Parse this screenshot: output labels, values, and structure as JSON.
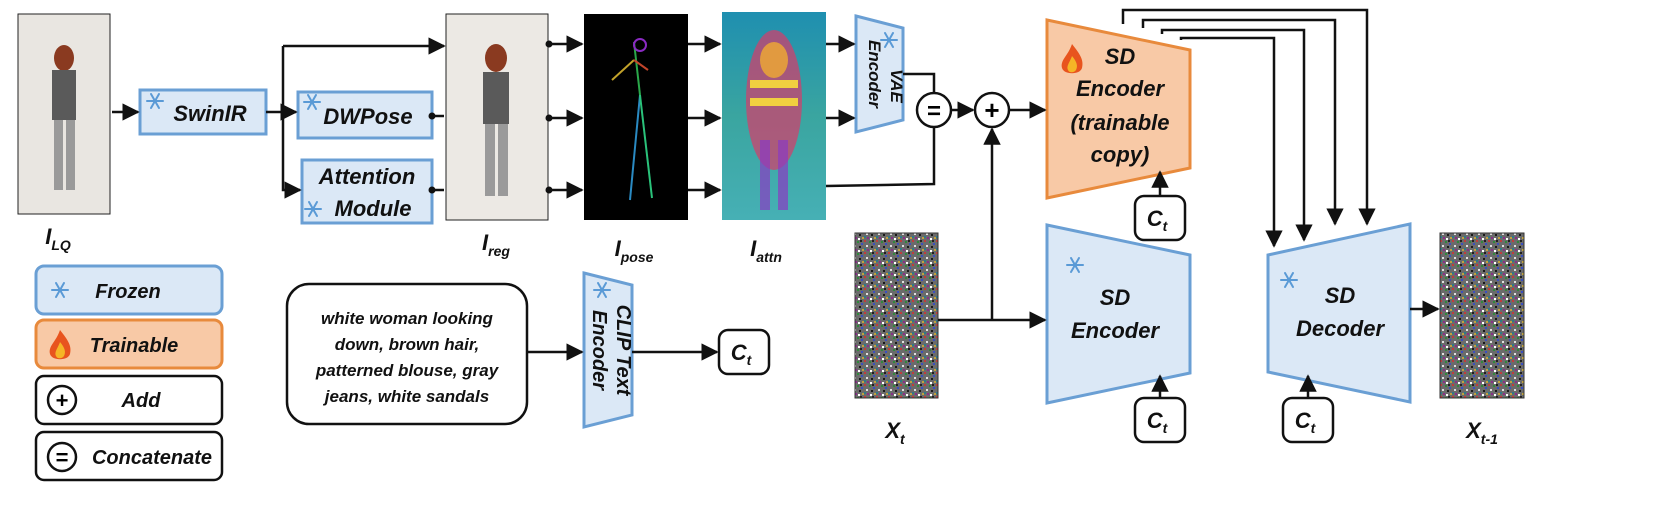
{
  "nodes": {
    "swinir": "SwinIR",
    "dwpose": "DWPose",
    "attention_line1": "Attention",
    "attention_line2": "Module",
    "vae_line1": "VAE",
    "vae_line2": "Encoder",
    "clip_line1": "CLIP Text",
    "clip_line2": "Encoder",
    "sd_trainable": [
      "SD",
      "Encoder",
      "(trainable",
      "copy)"
    ],
    "sd_encoder": [
      "SD",
      "Encoder"
    ],
    "sd_decoder": [
      "SD",
      "Decoder"
    ],
    "concat_symbol": "=",
    "add_symbol": "+"
  },
  "ct": {
    "main": "C",
    "sub": "t"
  },
  "images": {
    "lq": {
      "main": "I",
      "sub": "LQ"
    },
    "reg": {
      "main": "I",
      "sub": "reg"
    },
    "pose": {
      "main": "I",
      "sub": "pose"
    },
    "attn": {
      "main": "I",
      "sub": "attn"
    },
    "xt": {
      "main": "X",
      "sub": "t"
    },
    "xt1": {
      "main": "X",
      "sub": "t-1"
    }
  },
  "prompt": [
    "white woman looking",
    "down, brown hair,",
    "patterned blouse, gray",
    "jeans, white sandals"
  ],
  "legend": {
    "frozen": "Frozen",
    "trainable": "Trainable",
    "add": "Add",
    "concatenate": "Concatenate"
  },
  "colors": {
    "frozen_fill": "#dbe8f6",
    "frozen_stroke": "#6a9fd4",
    "trainable_fill": "#f8c9a6",
    "trainable_stroke": "#e88a3c"
  },
  "icons": {
    "frozen": "snowflake-icon",
    "trainable": "flame-icon"
  }
}
